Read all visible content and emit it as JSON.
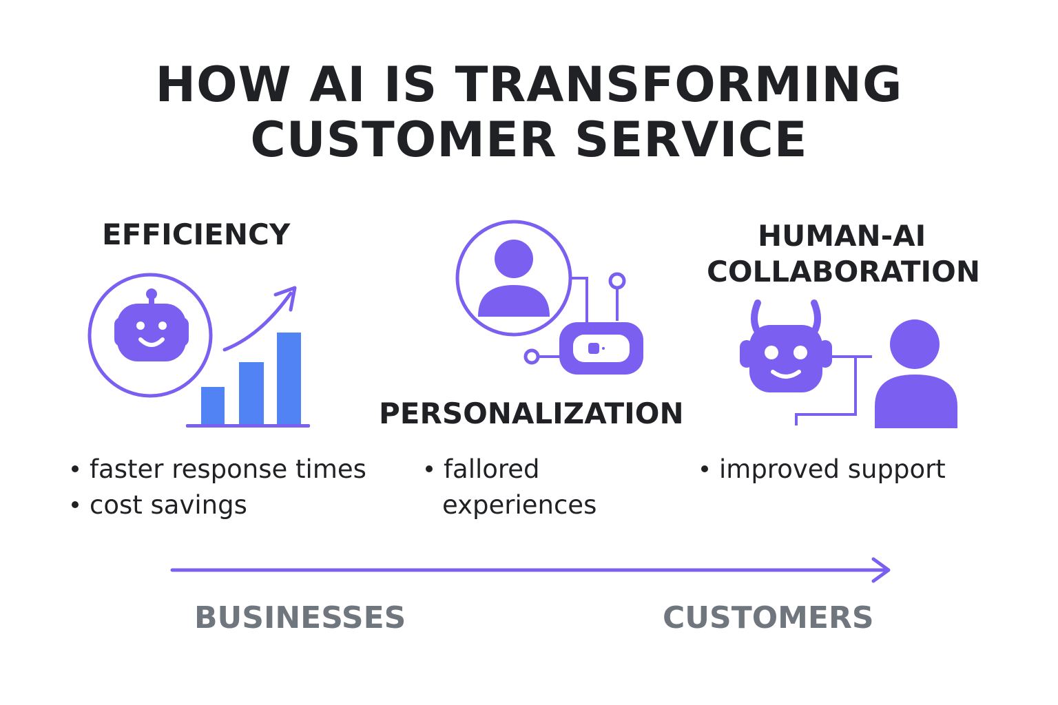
{
  "title": {
    "line1": "HOW AI IS TRANSFORMING",
    "line2": "CUSTOMER SERVICE"
  },
  "sections": {
    "efficiency": {
      "heading": "EFFICIENCY",
      "bullets": [
        "faster response times",
        "cost savings"
      ],
      "icons": [
        "chatbot-headset-icon",
        "rising-bar-chart-icon"
      ]
    },
    "personalization": {
      "heading": "PERSONALIZATION",
      "bullets": [
        "fallored",
        "experiences"
      ],
      "icons": [
        "user-profile-icon",
        "robot-icon"
      ]
    },
    "collaboration": {
      "heading_line1": "HUMAN-AI",
      "heading_line2": "COLLABORATION",
      "bullets": [
        "improved support"
      ],
      "icons": [
        "robot-icon",
        "person-icon"
      ]
    }
  },
  "axis": {
    "left_label": "BUSINESSES",
    "right_label": "CUSTOMERS",
    "label_color": "#6f767e"
  },
  "colors": {
    "accent_purple": "#7b5ff0",
    "bar_blue": "#5183f5",
    "text_dark": "#1f2124"
  }
}
